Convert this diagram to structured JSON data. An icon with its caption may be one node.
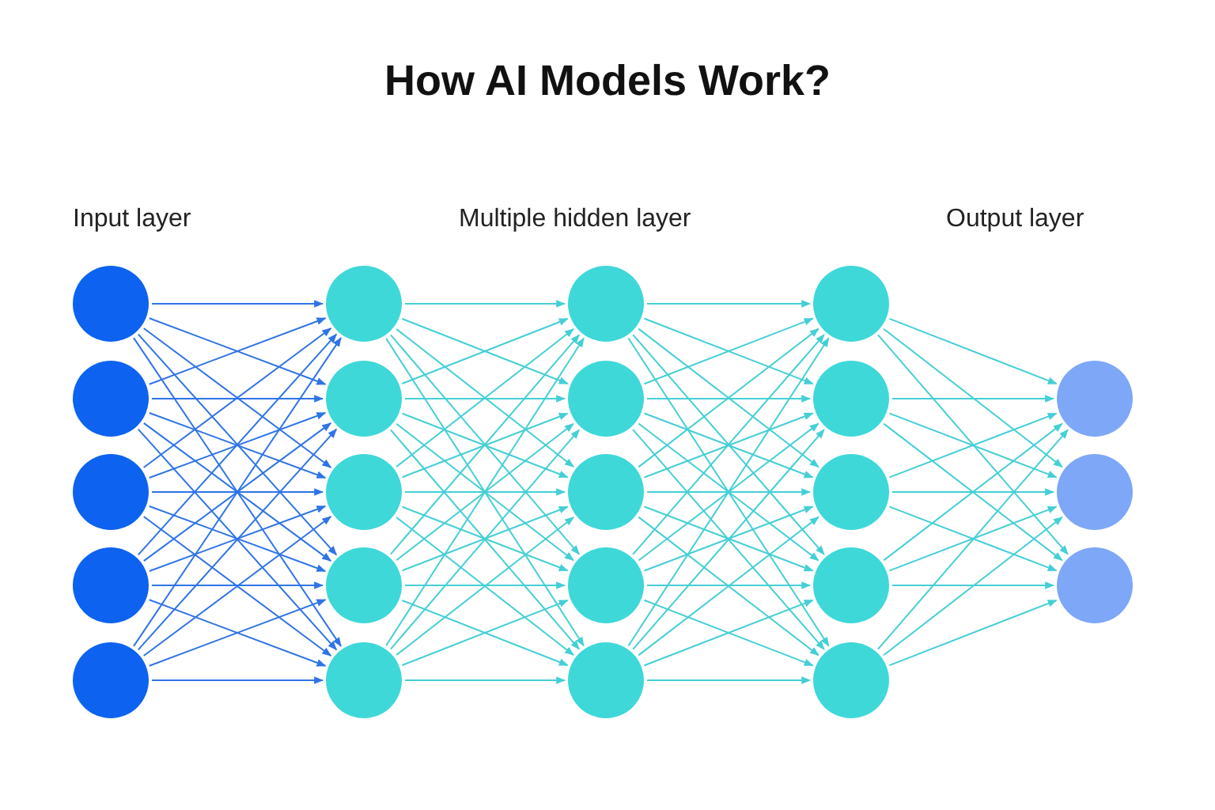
{
  "diagram": {
    "title": "How AI Models Work?",
    "nodes": [
      {
        "text": [],
        "shape": "circle"
      },
      {
        "text": [],
        "shape": "circle"
      },
      {
        "text": [],
        "shape": "circle"
      },
      {
        "text": [],
        "shape": "circle"
      },
      {
        "text": [],
        "shape": "circle"
      },
      {
        "text": [],
        "shape": "circle"
      },
      {
        "text": [],
        "shape": "circle"
      },
      {
        "text": [],
        "shape": "circle"
      },
      {
        "text": [],
        "shape": "circle"
      },
      {
        "text": [],
        "shape": "circle"
      },
      {
        "text": [],
        "shape": "circle"
      },
      {
        "text": [],
        "shape": "circle"
      },
      {
        "text": [],
        "shape": "circle"
      },
      {
        "text": [],
        "shape": "circle"
      },
      {
        "text": [],
        "shape": "circle"
      },
      {
        "text": [],
        "shape": "circle"
      },
      {
        "text": [],
        "shape": "circle"
      },
      {
        "text": [],
        "shape": "circle"
      },
      {
        "text": [],
        "shape": "circle"
      },
      {
        "text": [],
        "shape": "circle"
      },
      {
        "text": [],
        "shape": "circle"
      },
      {
        "text": [],
        "shape": "circle"
      },
      {
        "text": [],
        "shape": "circle"
      }
    ],
    "edges": [
      {
        "from": 0,
        "to": 5,
        "arrow": "to",
        "color": "#2f74e6"
      },
      {
        "from": 0,
        "to": 6,
        "arrow": "to",
        "color": "#2f74e6"
      },
      {
        "from": 0,
        "to": 7,
        "arrow": "to",
        "color": "#2f74e6"
      },
      {
        "from": 0,
        "to": 8,
        "arrow": "to",
        "color": "#2f74e6"
      },
      {
        "from": 0,
        "to": 9,
        "arrow": "to",
        "color": "#2f74e6"
      },
      {
        "from": 1,
        "to": 5,
        "arrow": "to",
        "color": "#2f74e6"
      },
      {
        "from": 1,
        "to": 6,
        "arrow": "to",
        "color": "#2f74e6"
      },
      {
        "from": 1,
        "to": 7,
        "arrow": "to",
        "color": "#2f74e6"
      },
      {
        "from": 1,
        "to": 8,
        "arrow": "to",
        "color": "#2f74e6"
      },
      {
        "from": 1,
        "to": 9,
        "arrow": "to",
        "color": "#2f74e6"
      },
      {
        "from": 2,
        "to": 5,
        "arrow": "to",
        "color": "#2f74e6"
      },
      {
        "from": 2,
        "to": 6,
        "arrow": "to",
        "color": "#2f74e6"
      },
      {
        "from": 2,
        "to": 7,
        "arrow": "to",
        "color": "#2f74e6"
      },
      {
        "from": 2,
        "to": 8,
        "arrow": "to",
        "color": "#2f74e6"
      },
      {
        "from": 2,
        "to": 9,
        "arrow": "to",
        "color": "#2f74e6"
      },
      {
        "from": 3,
        "to": 5,
        "arrow": "to",
        "color": "#2f74e6"
      },
      {
        "from": 3,
        "to": 6,
        "arrow": "to",
        "color": "#2f74e6"
      },
      {
        "from": 3,
        "to": 7,
        "arrow": "to",
        "color": "#2f74e6"
      },
      {
        "from": 3,
        "to": 8,
        "arrow": "to",
        "color": "#2f74e6"
      },
      {
        "from": 3,
        "to": 9,
        "arrow": "to",
        "color": "#2f74e6"
      },
      {
        "from": 4,
        "to": 5,
        "arrow": "to",
        "color": "#2f74e6"
      },
      {
        "from": 4,
        "to": 6,
        "arrow": "to",
        "color": "#2f74e6"
      },
      {
        "from": 4,
        "to": 7,
        "arrow": "to",
        "color": "#2f74e6"
      },
      {
        "from": 4,
        "to": 8,
        "arrow": "to",
        "color": "#2f74e6"
      },
      {
        "from": 4,
        "to": 9,
        "arrow": "to",
        "color": "#2f74e6"
      },
      {
        "from": 5,
        "to": 10,
        "arrow": "to"
      },
      {
        "from": 5,
        "to": 11,
        "arrow": "to"
      },
      {
        "from": 5,
        "to": 12,
        "arrow": "to"
      },
      {
        "from": 5,
        "to": 13,
        "arrow": "to"
      },
      {
        "from": 5,
        "to": 14,
        "arrow": "to"
      },
      {
        "from": 6,
        "to": 10,
        "arrow": "to"
      },
      {
        "from": 6,
        "to": 11,
        "arrow": "to"
      },
      {
        "from": 6,
        "to": 12,
        "arrow": "to"
      },
      {
        "from": 6,
        "to": 13,
        "arrow": "to"
      },
      {
        "from": 6,
        "to": 14,
        "arrow": "to"
      },
      {
        "from": 7,
        "to": 10,
        "arrow": "to"
      },
      {
        "from": 7,
        "to": 11,
        "arrow": "to"
      },
      {
        "from": 7,
        "to": 12,
        "arrow": "to"
      },
      {
        "from": 7,
        "to": 13,
        "arrow": "to"
      },
      {
        "from": 7,
        "to": 14,
        "arrow": "to"
      },
      {
        "from": 8,
        "to": 10,
        "arrow": "to"
      },
      {
        "from": 8,
        "to": 11,
        "arrow": "to"
      },
      {
        "from": 8,
        "to": 12,
        "arrow": "to"
      },
      {
        "from": 8,
        "to": 13,
        "arrow": "to"
      },
      {
        "from": 8,
        "to": 14,
        "arrow": "to"
      },
      {
        "from": 9,
        "to": 10,
        "arrow": "to"
      },
      {
        "from": 9,
        "to": 11,
        "arrow": "to"
      },
      {
        "from": 9,
        "to": 12,
        "arrow": "to"
      },
      {
        "from": 9,
        "to": 13,
        "arrow": "to"
      },
      {
        "from": 9,
        "to": 14,
        "arrow": "to"
      },
      {
        "from": 10,
        "to": 15,
        "arrow": "to"
      },
      {
        "from": 10,
        "to": 16,
        "arrow": "to"
      },
      {
        "from": 10,
        "to": 17,
        "arrow": "to"
      },
      {
        "from": 10,
        "to": 18,
        "arrow": "to"
      },
      {
        "from": 10,
        "to": 19,
        "arrow": "to"
      },
      {
        "from": 11,
        "to": 15,
        "arrow": "to"
      },
      {
        "from": 11,
        "to": 16,
        "arrow": "to"
      },
      {
        "from": 11,
        "to": 17,
        "arrow": "to"
      },
      {
        "from": 11,
        "to": 18,
        "arrow": "to"
      },
      {
        "from": 11,
        "to": 19,
        "arrow": "to"
      },
      {
        "from": 12,
        "to": 15,
        "arrow": "to"
      },
      {
        "from": 12,
        "to": 16,
        "arrow": "to"
      },
      {
        "from": 12,
        "to": 17,
        "arrow": "to"
      },
      {
        "from": 12,
        "to": 18,
        "arrow": "to"
      },
      {
        "from": 12,
        "to": 19,
        "arrow": "to"
      },
      {
        "from": 13,
        "to": 15,
        "arrow": "to"
      },
      {
        "from": 13,
        "to": 16,
        "arrow": "to"
      },
      {
        "from": 13,
        "to": 17,
        "arrow": "to"
      },
      {
        "from": 13,
        "to": 18,
        "arrow": "to"
      },
      {
        "from": 13,
        "to": 19,
        "arrow": "to"
      },
      {
        "from": 14,
        "to": 15,
        "arrow": "to"
      },
      {
        "from": 14,
        "to": 16,
        "arrow": "to"
      },
      {
        "from": 14,
        "to": 17,
        "arrow": "to"
      },
      {
        "from": 14,
        "to": 18,
        "arrow": "to"
      },
      {
        "from": 14,
        "to": 19,
        "arrow": "to"
      },
      {
        "from": 15,
        "to": 20,
        "arrow": "to"
      },
      {
        "from": 15,
        "to": 21,
        "arrow": "to"
      },
      {
        "from": 15,
        "to": 22,
        "arrow": "to"
      },
      {
        "from": 16,
        "to": 20,
        "arrow": "to"
      },
      {
        "from": 16,
        "to": 21,
        "arrow": "to"
      },
      {
        "from": 16,
        "to": 22,
        "arrow": "to"
      },
      {
        "from": 17,
        "to": 20,
        "arrow": "to"
      },
      {
        "from": 17,
        "to": 21,
        "arrow": "to"
      },
      {
        "from": 17,
        "to": 22,
        "arrow": "to"
      },
      {
        "from": 18,
        "to": 20,
        "arrow": "to"
      },
      {
        "from": 18,
        "to": 21,
        "arrow": "to"
      },
      {
        "from": 18,
        "to": 22,
        "arrow": "to"
      },
      {
        "from": 19,
        "to": 20,
        "arrow": "to"
      },
      {
        "from": 19,
        "to": 21,
        "arrow": "to"
      },
      {
        "from": 19,
        "to": 22,
        "arrow": "to"
      }
    ],
    "labels": [
      "Input layer",
      "Multiple hidden layer",
      "Output layer"
    ]
  }
}
